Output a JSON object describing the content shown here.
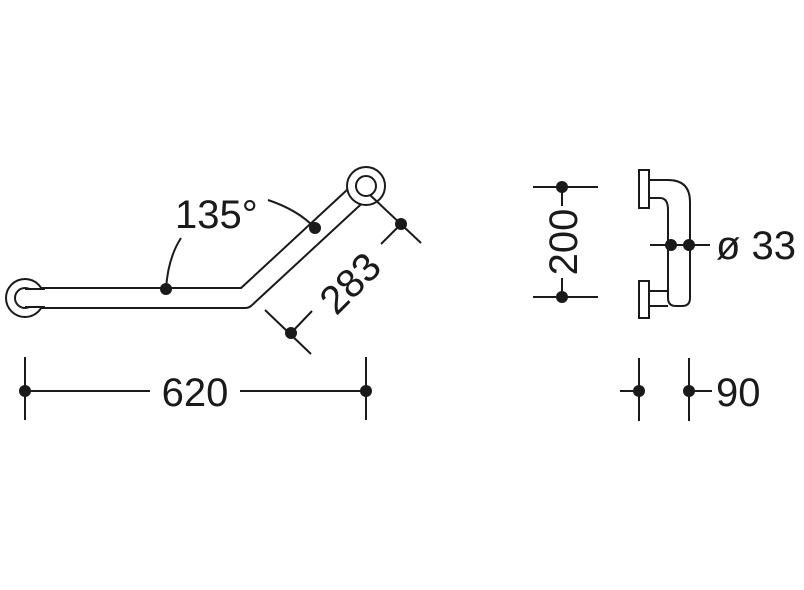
{
  "drawing": {
    "angle_label": "135°",
    "width_label": "620",
    "leg_label": "283",
    "height_label": "200",
    "diameter_label": "ø 33",
    "projection_label": "90"
  }
}
